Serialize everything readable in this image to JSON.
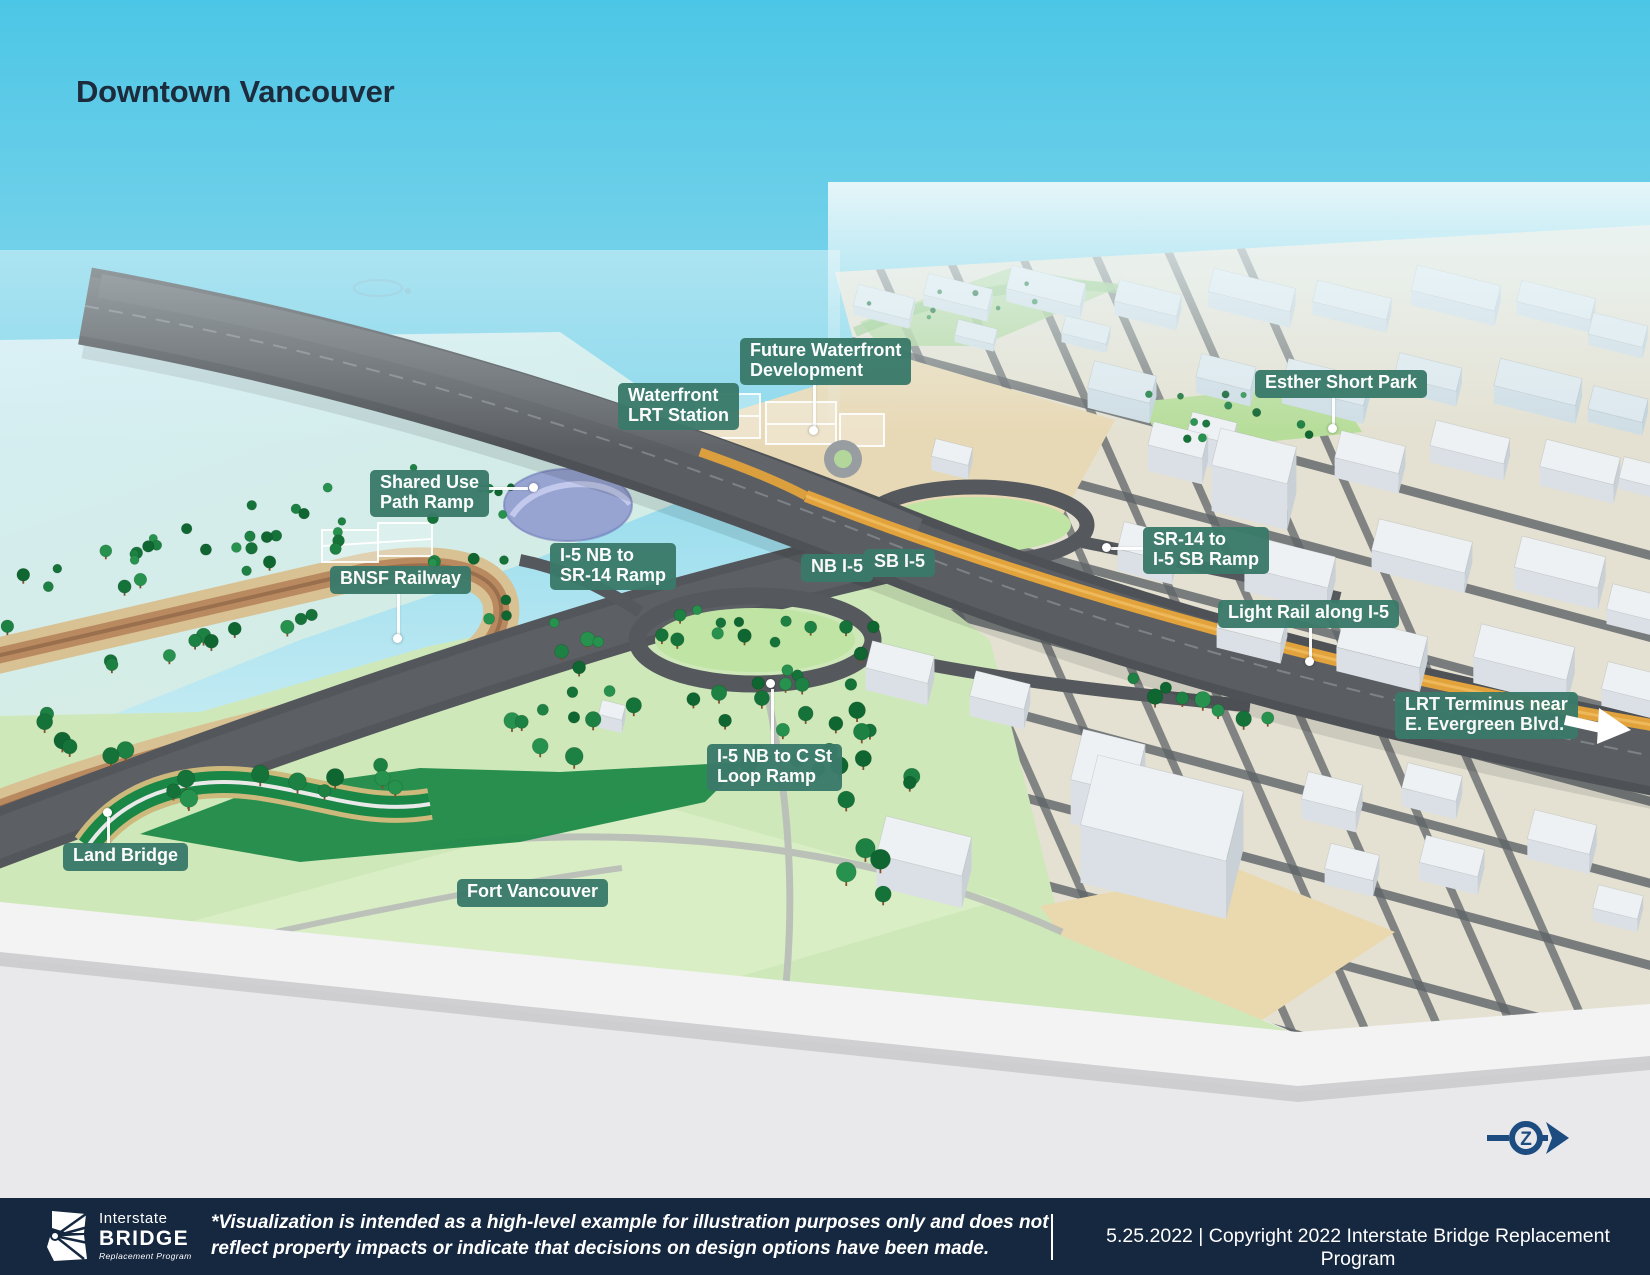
{
  "title": "Downtown Vancouver",
  "colors": {
    "sky_top": "#4cc6e6",
    "sky_mid": "#8ed9ec",
    "sky_horizon": "#cdeef4",
    "label_bg": "#3a7a6a",
    "label_text": "#ffffff",
    "title_text": "#1d2c3c",
    "footer_bg": "#152840",
    "footer_text": "#ffffff",
    "north_arrow": "#1d4c80",
    "road_dark": "#54585c",
    "lrt_orange": "#e2a23c",
    "grass_green": "#cfe8ba",
    "tree_green": "#1d7c3f",
    "rail_brown": "#9a6f4e",
    "building_light": "#eef1f3",
    "sheet_white": "#f3f3f4"
  },
  "north_arrow_symbol": "Z",
  "callouts": {
    "future_waterfront": {
      "line1": "Future Waterfront",
      "line2": "Development"
    },
    "waterfront_lrt_station": {
      "line1": "Waterfront",
      "line2": "LRT Station"
    },
    "esther_short_park": {
      "line1": "Esther Short Park"
    },
    "shared_use_path_ramp": {
      "line1": "Shared Use",
      "line2": "Path Ramp"
    },
    "bnsf_railway": {
      "line1": "BNSF Railway"
    },
    "i5_nb_to_sr14_ramp": {
      "line1": "I-5 NB to",
      "line2": "SR-14 Ramp"
    },
    "nb_i5": {
      "line1": "NB I-5"
    },
    "sb_i5": {
      "line1": "SB I-5"
    },
    "sr14_to_i5_sb_ramp": {
      "line1": "SR-14 to",
      "line2": "I-5 SB Ramp"
    },
    "light_rail_along_i5": {
      "line1": "Light Rail along I-5"
    },
    "lrt_terminus": {
      "line1": "LRT Terminus near",
      "line2": "E. Evergreen Blvd."
    },
    "i5_nb_to_c_st_loop_ramp": {
      "line1": "I-5 NB to C St",
      "line2": "Loop Ramp"
    },
    "land_bridge": {
      "line1": "Land Bridge"
    },
    "fort_vancouver": {
      "line1": "Fort Vancouver"
    }
  },
  "footer": {
    "logo": {
      "line1": "Interstate",
      "line2": "BRIDGE",
      "line3": "Replacement Program"
    },
    "disclaimer_line1": "*Visualization is intended as a high-level example for illustration purposes only and does not",
    "disclaimer_line2": "reflect property impacts or indicate that decisions on design options have been made.",
    "date_copyright": "5.25.2022 | Copyright 2022 Interstate Bridge Replacement Program"
  }
}
